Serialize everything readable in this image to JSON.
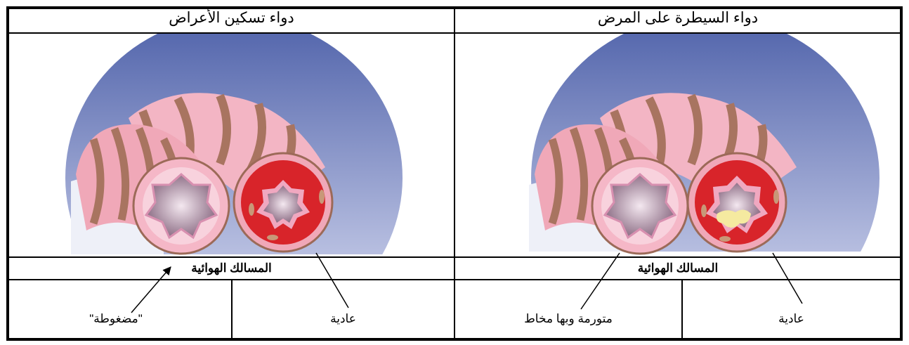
{
  "columns": [
    {
      "title": "دواء تسكين الأعراض",
      "airway_label": "المسالك الهوائية",
      "states": [
        "\"مضغوطة\"",
        "عادية"
      ]
    },
    {
      "title": "دواء السيطرة على المرض",
      "airway_label": "المسالك الهوائية",
      "states": [
        "متورمة وبها مخاط",
        "عادية"
      ]
    }
  ],
  "illustration": {
    "description": "bronchial-tubes-cross-section",
    "colors": {
      "background_circle_top": "#5a6cb0",
      "background_circle_bottom": "#d8dcf2",
      "tube_pink": "#f0a8b8",
      "tube_stripe": "#b07a62",
      "muscle_red": "#d8242a",
      "lumen": "#8a6a80",
      "mucus": "#f5eaa0"
    }
  }
}
